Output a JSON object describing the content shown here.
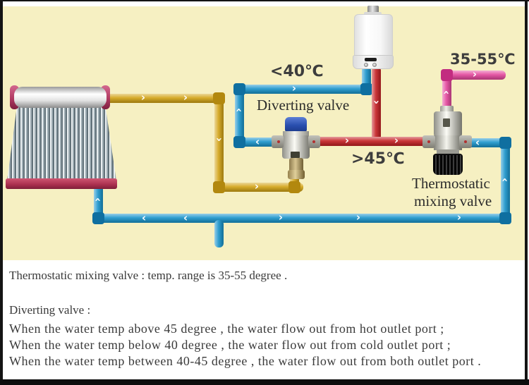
{
  "diagram": {
    "background_color": "#f6f0c2",
    "labels": {
      "cold_temp": "<40℃",
      "hot_temp": ">45℃",
      "mixed_temp": "35-55℃",
      "diverting_valve": "Diverting valve",
      "mixing_valve_line1": "Thermostatic",
      "mixing_valve_line2": "mixing valve"
    },
    "pipe_colors": {
      "solar_hot_pipe": "#d3a51a",
      "cold_water_pipe": "#1e96cc",
      "boiler_hot_pipe": "#c62528",
      "mixed_outlet_pipe": "#e44b9e"
    },
    "flow_arrow_icon": "›"
  },
  "notes": {
    "line1": "Thermostatic mixing valve : temp. range is 35-55 degree .",
    "line2": "Diverting valve :",
    "line3": "When the water temp above 45 degree , the water flow out from hot outlet port ;",
    "line4": "When the water temp below 40 degree , the water flow out from cold outlet port ;",
    "line5": "When the water temp between 40-45 degree , the water flow out from both outlet port ."
  }
}
